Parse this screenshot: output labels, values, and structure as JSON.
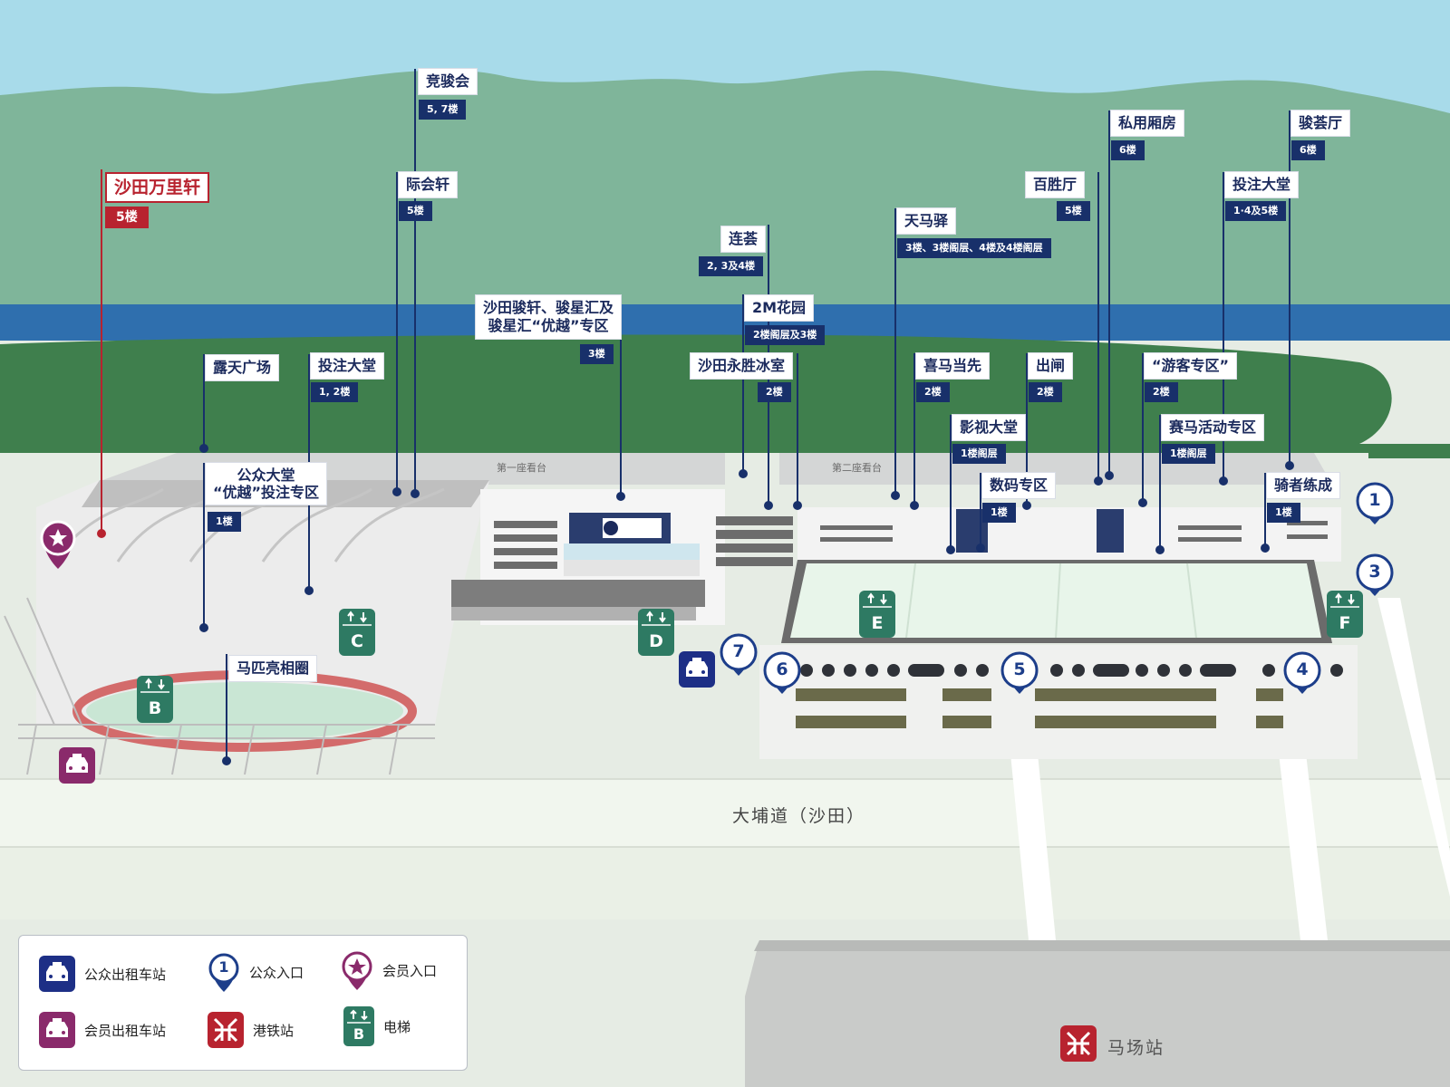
{
  "venue_labels": {
    "shatin_wan_li": {
      "name": "沙田万里轩",
      "floor": "5楼"
    },
    "jockey_club": {
      "name": "竞骏会",
      "floor": "5, 7楼"
    },
    "international": {
      "name": "际会轩",
      "floor": "5楼"
    },
    "open_plaza": {
      "name": "露天广场"
    },
    "betting_hall_a": {
      "name": "投注大堂",
      "floor": "1, 2楼"
    },
    "shatin_club": {
      "line1": "沙田骏轩、骏星汇及",
      "line2": "骏星汇“优越”专区",
      "floor": "3楼"
    },
    "lianhui": {
      "name": "连荟",
      "floor": "2, 3及4楼"
    },
    "garden_2m": {
      "name": "2M花园",
      "floor": "2楼阁层及3楼"
    },
    "wingsing": {
      "name": "沙田永胜冰室",
      "floor": "2楼"
    },
    "tianma": {
      "name": "天马驿",
      "floor": "3楼、3楼阁层、4楼及4楼阁层"
    },
    "ximadangxian": {
      "name": "喜马当先",
      "floor": "2楼"
    },
    "exit_gate": {
      "name": "出闸",
      "floor": "2楼"
    },
    "private_box": {
      "name": "私用厢房",
      "floor": "6楼"
    },
    "baisheng": {
      "name": "百胜厅",
      "floor": "5楼"
    },
    "junhui": {
      "name": "骏荟厅",
      "floor": "6楼"
    },
    "betting_hall_b": {
      "name": "投注大堂",
      "floor": "1·4及5楼"
    },
    "tourist": {
      "name": "“游客专区”",
      "floor": "2楼"
    },
    "film_hall": {
      "name": "影视大堂",
      "floor": "1楼阁层"
    },
    "race_activity": {
      "name": "赛马活动专区",
      "floor": "1楼阁层"
    },
    "digital": {
      "name": "数码专区",
      "floor": "1楼"
    },
    "jockey_training": {
      "name": "骑者练成",
      "floor": "1楼"
    },
    "public_hall": {
      "line1": "公众大堂",
      "line2": "“优越”投注专区",
      "floor": "1楼"
    },
    "parade_ring": {
      "name": "马匹亮相圈"
    }
  },
  "stands": {
    "first": "第一座看台",
    "second": "第二座看台"
  },
  "road": "大埔道（沙田）",
  "station": "马场站",
  "entrances": [
    "1",
    "3",
    "4",
    "5",
    "6",
    "7"
  ],
  "lifts": [
    "B",
    "C",
    "D",
    "E",
    "F"
  ],
  "legend": {
    "public_taxi": "公众出租车站",
    "member_taxi": "会员出租车站",
    "public_entrance": "公众入口",
    "mtr": "港铁站",
    "member_entrance": "会员入口",
    "lift": "电梯",
    "entrance_sample": "1",
    "lift_sample": "B"
  },
  "colors": {
    "sky": "#a8dbea",
    "hills": "#7fb59a",
    "river": "#2f6fae",
    "grass": "#3f7f4d",
    "navy": "#18306a",
    "red": "#b8232f",
    "lift_green": "#2e7a63",
    "member_purple": "#8a2a6b",
    "entrance_blue": "#1d3e8a"
  }
}
